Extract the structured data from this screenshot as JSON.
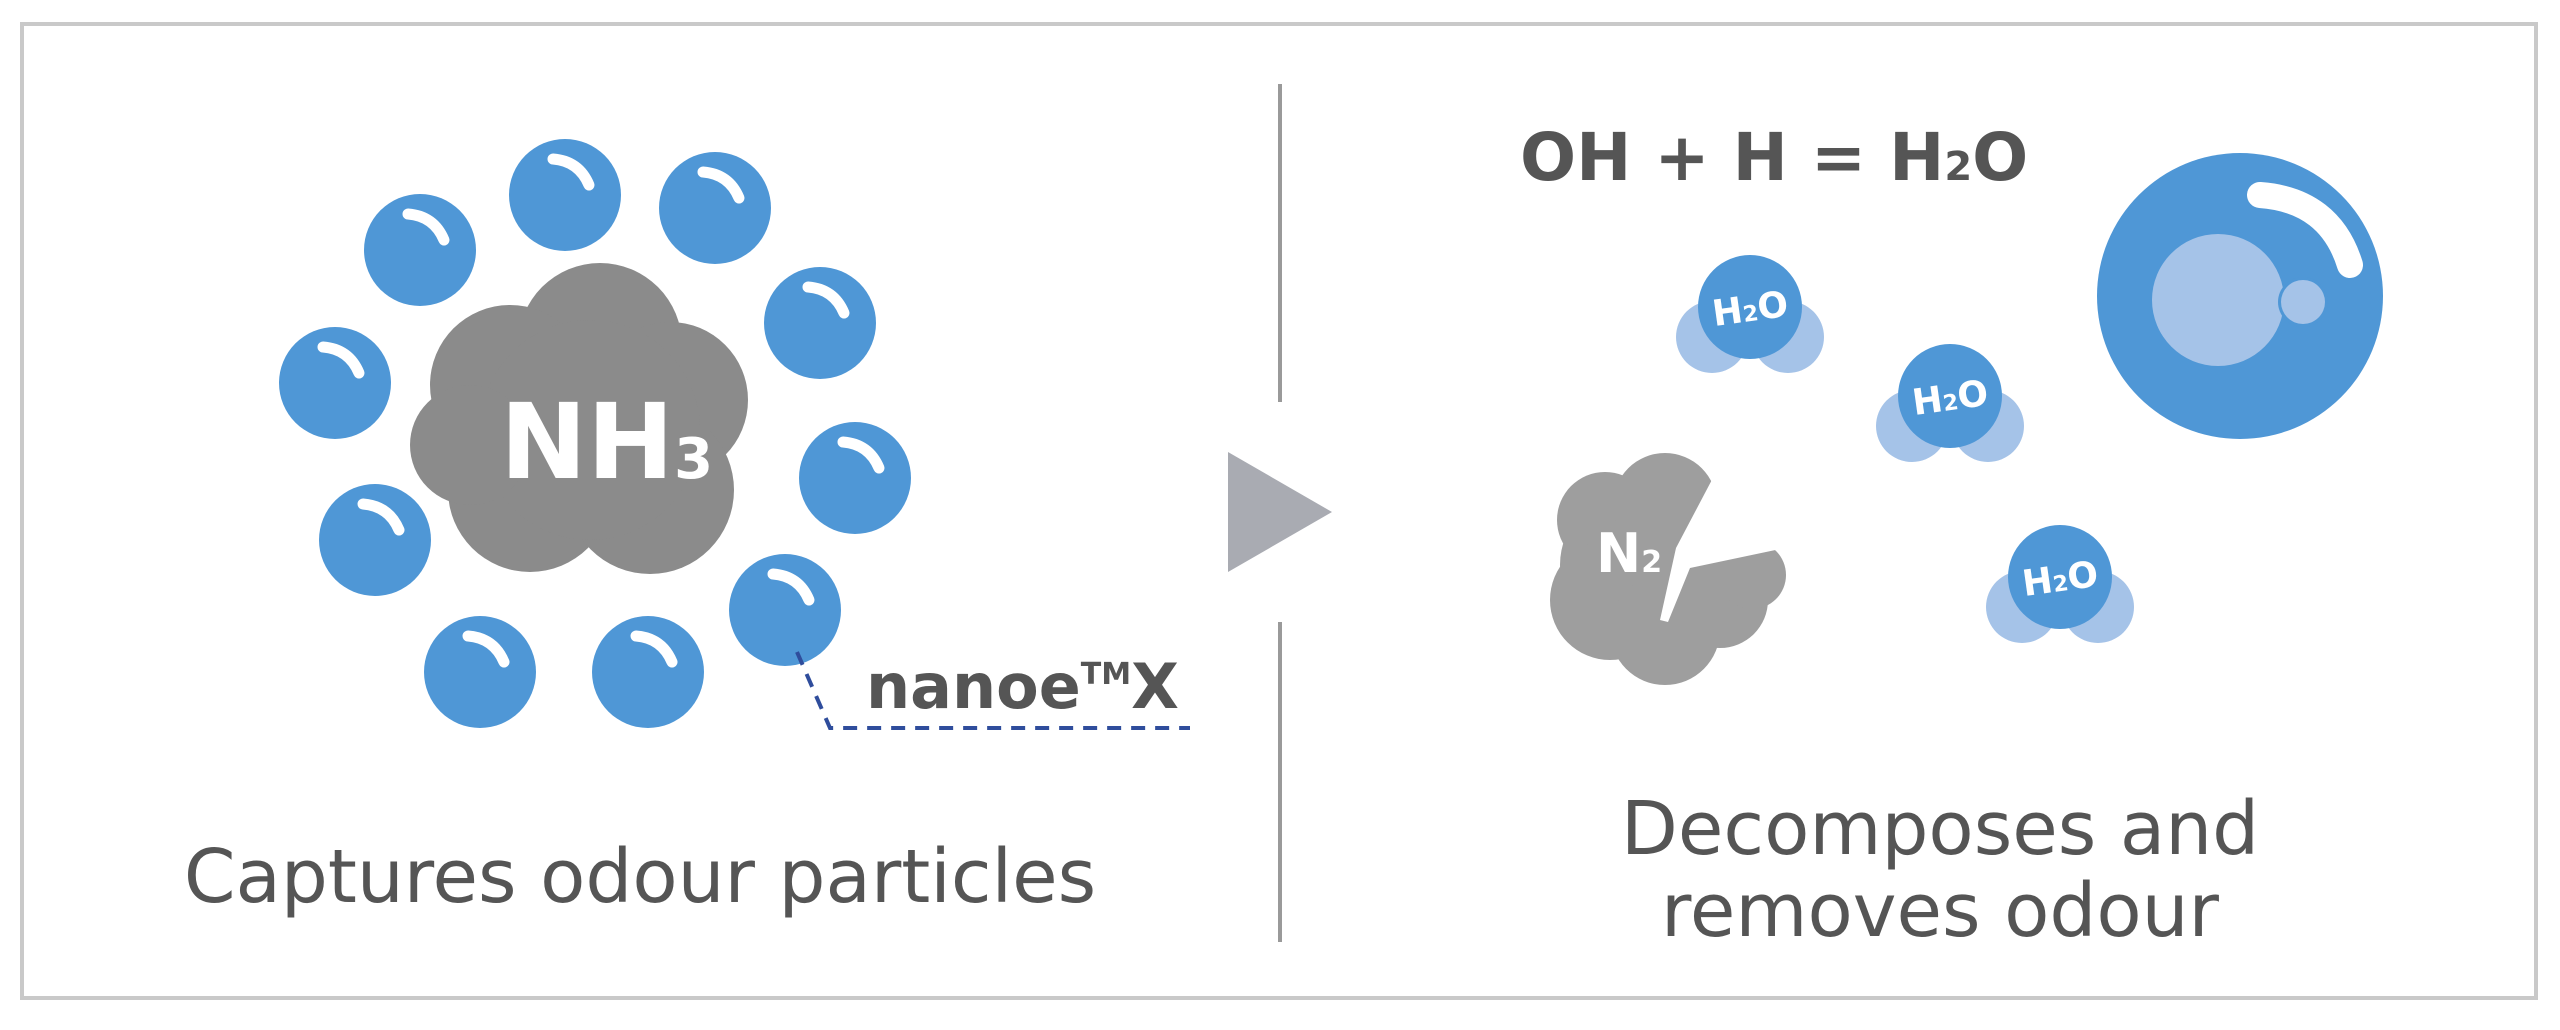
{
  "left_panel": {
    "molecule_label": "NH",
    "molecule_subscript": "3",
    "particle_label": "nanoe",
    "particle_tm": "TM",
    "particle_suffix": "X",
    "caption": "Captures odour particles"
  },
  "right_panel": {
    "equation": {
      "part1": "OH + H = H",
      "subscript": "2",
      "part2": "O"
    },
    "water_label": "H",
    "water_subscript": "2",
    "water_suffix": "O",
    "nitrogen_label": "N",
    "nitrogen_subscript": "2",
    "caption_line1": "Decomposes and",
    "caption_line2": "removes odour"
  },
  "colors": {
    "frame_border": "#c9c9c9",
    "particle_blue": "#4f97d6",
    "particle_light_blue": "#a5c3e8",
    "molecule_grey": "#8b8b8b",
    "nitrogen_grey": "#9e9e9e",
    "text_grey": "#555555",
    "arrow_grey": "#a9abb2",
    "dashed_line": "#2f4d9c"
  }
}
